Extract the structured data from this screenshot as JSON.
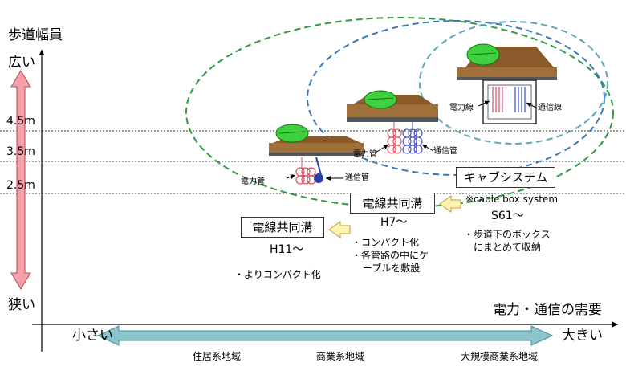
{
  "y_axis": {
    "label": "歩道幅員",
    "top": "広い",
    "bottom": "狭い"
  },
  "x_axis": {
    "label": "電力・通信の需要",
    "left": "小さい",
    "right": "大きい"
  },
  "width_levels": [
    "4.5m",
    "3.5m",
    "2.5m"
  ],
  "regions": [
    "住居系地域",
    "商業系地域",
    "大規模商業系地域"
  ],
  "systems": [
    {
      "name": "電線共同溝",
      "era": "H11～",
      "notes": [
        "・よりコンパクト化"
      ],
      "labels": {
        "power": "電力管",
        "comm": "通信管"
      }
    },
    {
      "name": "電線共同溝",
      "era": "H7～",
      "notes": [
        "・コンパクト化",
        "・各管路の中にケ",
        "ーブルを敷設"
      ],
      "labels": {
        "power": "電力管",
        "comm": "通信管"
      }
    },
    {
      "name": "キャブシステム",
      "era": "S61～",
      "subtitle": "※cable box system",
      "notes": [
        "・歩道下のボックス",
        "にまとめて収納"
      ],
      "labels": {
        "power": "電力線",
        "comm": "通信線"
      }
    }
  ],
  "colors": {
    "green_ellipse": "#2e9a43",
    "blue_ellipse": "#3a78b8",
    "teal_ellipse": "#5aa8b8",
    "arrow_fill": "#f3a0a8",
    "band_fill": "#8ac5cc",
    "callout_fill": "#fff3b0"
  }
}
